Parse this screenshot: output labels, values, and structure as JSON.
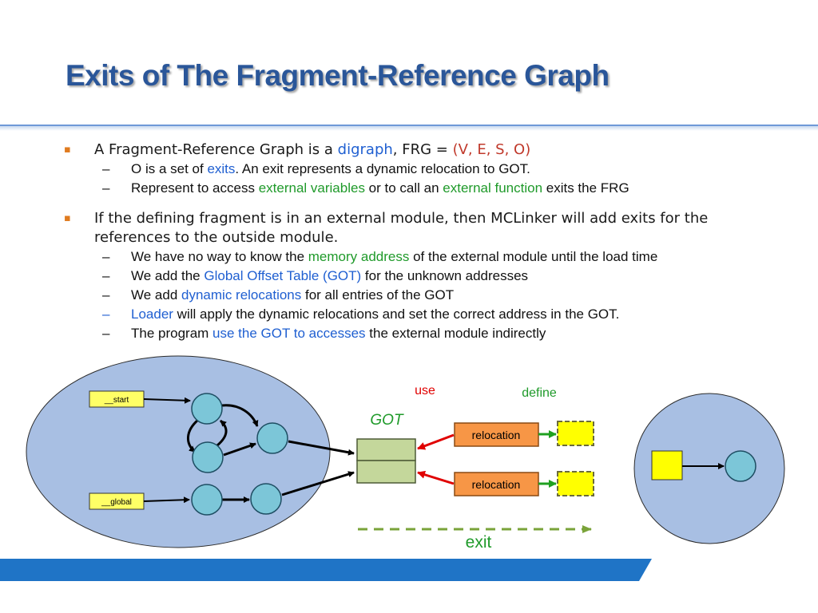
{
  "title": "Exits of The Fragment-Reference Graph",
  "bullets": [
    {
      "parts": [
        "A Fragment-Reference Graph is a ",
        "digraph",
        ", FRG = ",
        "(V, E, S, O)"
      ],
      "subs": [
        {
          "parts": [
            "O is a set of ",
            "exits",
            ". An exit represents a dynamic relocation to GOT."
          ]
        },
        {
          "parts": [
            "Represent to access ",
            "external variables",
            " or to call an ",
            "external function",
            " exits the FRG"
          ]
        }
      ]
    },
    {
      "text": "If the defining fragment is in an external module, then MCLinker will add exits for the references to the outside module.",
      "subs": [
        {
          "parts": [
            "We have no way to know the ",
            "memory address",
            " of the external module until the load time"
          ]
        },
        {
          "parts": [
            "We add the ",
            "Global Offset Table (GOT)",
            " for the unknown addresses"
          ]
        },
        {
          "parts": [
            "We add ",
            "dynamic relocations",
            " for all entries of the GOT"
          ]
        },
        {
          "dash": "–",
          "parts": [
            "Loader",
            " will apply the dynamic relocations and set the correct address in the GOT."
          ]
        },
        {
          "parts": [
            "The program ",
            "use the GOT to accesses",
            " the external module indirectly"
          ]
        }
      ]
    }
  ],
  "bullet_symbol": "▪",
  "dash_symbol": "–",
  "diagram": {
    "start_label": "__start",
    "global_label": "__global",
    "got_label": "GOT",
    "use_label": "use",
    "define_label": "define",
    "relocation_labels": [
      "relocation",
      "relocation"
    ],
    "exit_label": "exit"
  },
  "colors": {
    "title": "#2a5699",
    "module_fill": "#a8bfe3",
    "node_fill": "#7cc6d8",
    "got_fill": "#c4d79b",
    "relocation_fill": "#f79646",
    "exit_fill": "#ffff00",
    "use_arrow": "#e00000",
    "define_arrow": "#1fa020",
    "bar": "#1f74c6"
  }
}
